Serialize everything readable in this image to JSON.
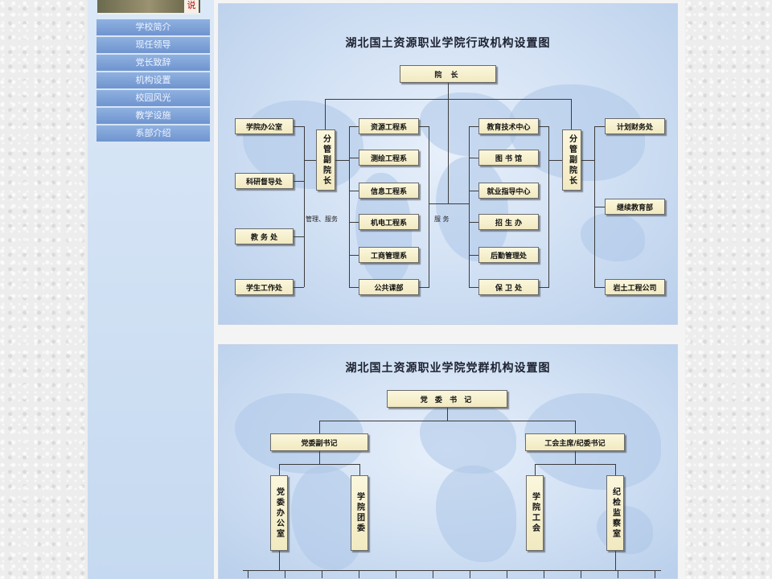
{
  "banner": {
    "seal_text": "说"
  },
  "nav": {
    "items": [
      {
        "label": "学校简介"
      },
      {
        "label": "现任领导"
      },
      {
        "label": "党长致辞"
      },
      {
        "label": "机构设置"
      },
      {
        "label": "校园风光"
      },
      {
        "label": "教学设施"
      },
      {
        "label": "系部介绍"
      }
    ]
  },
  "admin_chart": {
    "title": "湖北国土资源职业学院行政机构设置图",
    "president": "院    长",
    "vp_left": "分管副院长",
    "vp_right": "分管副院长",
    "left_offices": [
      "学院办公室",
      "科研督导处",
      "教 务 处",
      "学生工作处"
    ],
    "depts": [
      "资源工程系",
      "测绘工程系",
      "信息工程系",
      "机电工程系",
      "工商管理系",
      "公共课部"
    ],
    "centers": [
      "教育技术中心",
      "图 书 馆",
      "就业指导中心",
      "招 生 办",
      "后勤管理处",
      "保 卫 处"
    ],
    "right_offices": [
      "计划财务处",
      "继续教育部",
      "岩土工程公司"
    ],
    "label_left": "管理、服务",
    "label_mid": "服  务"
  },
  "party_chart": {
    "title": "湖北国土资源职业学院党群机构设置图",
    "secretary": "党 委 书 记",
    "deputy_left": "党委副书记",
    "deputy_right": "工会主席/纪委书记",
    "sub_left": [
      "党委办公室",
      "学院团委"
    ],
    "sub_right": [
      "学院工会",
      "纪检监察室"
    ]
  }
}
